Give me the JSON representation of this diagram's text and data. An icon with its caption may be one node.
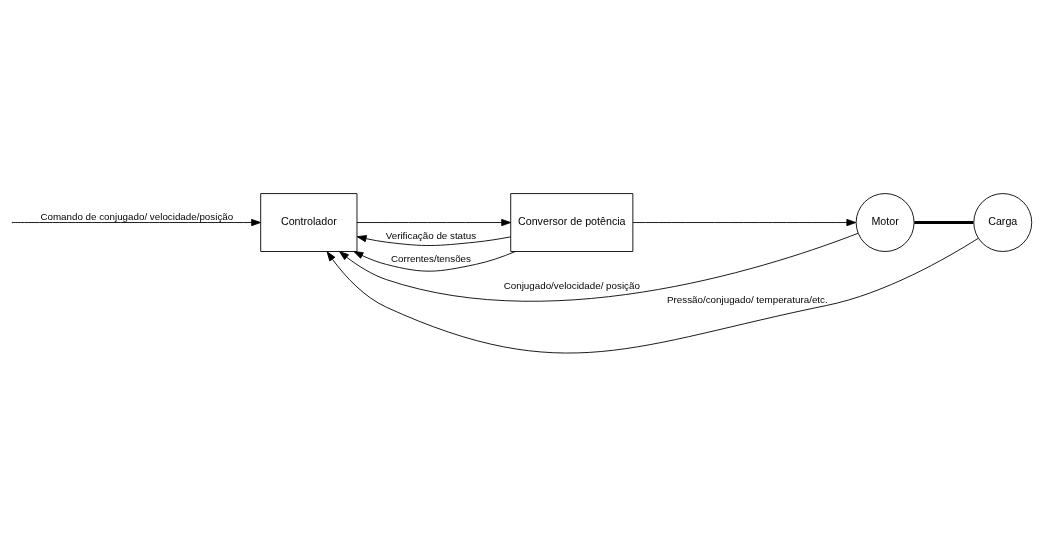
{
  "diagram": {
    "nodes": [
      {
        "text": [
          "Controlador"
        ]
      },
      {
        "text": [
          "Conversor de potência"
        ]
      },
      {
        "text": [
          "Motor"
        ]
      },
      {
        "text": [
          "Carga"
        ]
      }
    ],
    "edges": [
      {
        "from": null,
        "to": 0,
        "arrow": "to",
        "label": "Comando de conjugado/ velocidade/posição"
      },
      {
        "from": 0,
        "to": 1,
        "arrow": "to"
      },
      {
        "from": 1,
        "to": 2,
        "arrow": "to"
      },
      {
        "from": 1,
        "to": 0,
        "arrow": "to",
        "label": "Verificação de status"
      },
      {
        "from": 1,
        "to": 0,
        "arrow": "to",
        "label": "Correntes/tensões"
      },
      {
        "from": 2,
        "to": 0,
        "arrow": "to",
        "label": "Conjugado/velocidade/ posição"
      },
      {
        "from": 3,
        "to": 0,
        "arrow": "to",
        "label": "Pressão/conjugado/ temperatura/etc."
      },
      {
        "from": 2,
        "to": 3,
        "arrow": "none",
        "style": "thick"
      }
    ]
  }
}
